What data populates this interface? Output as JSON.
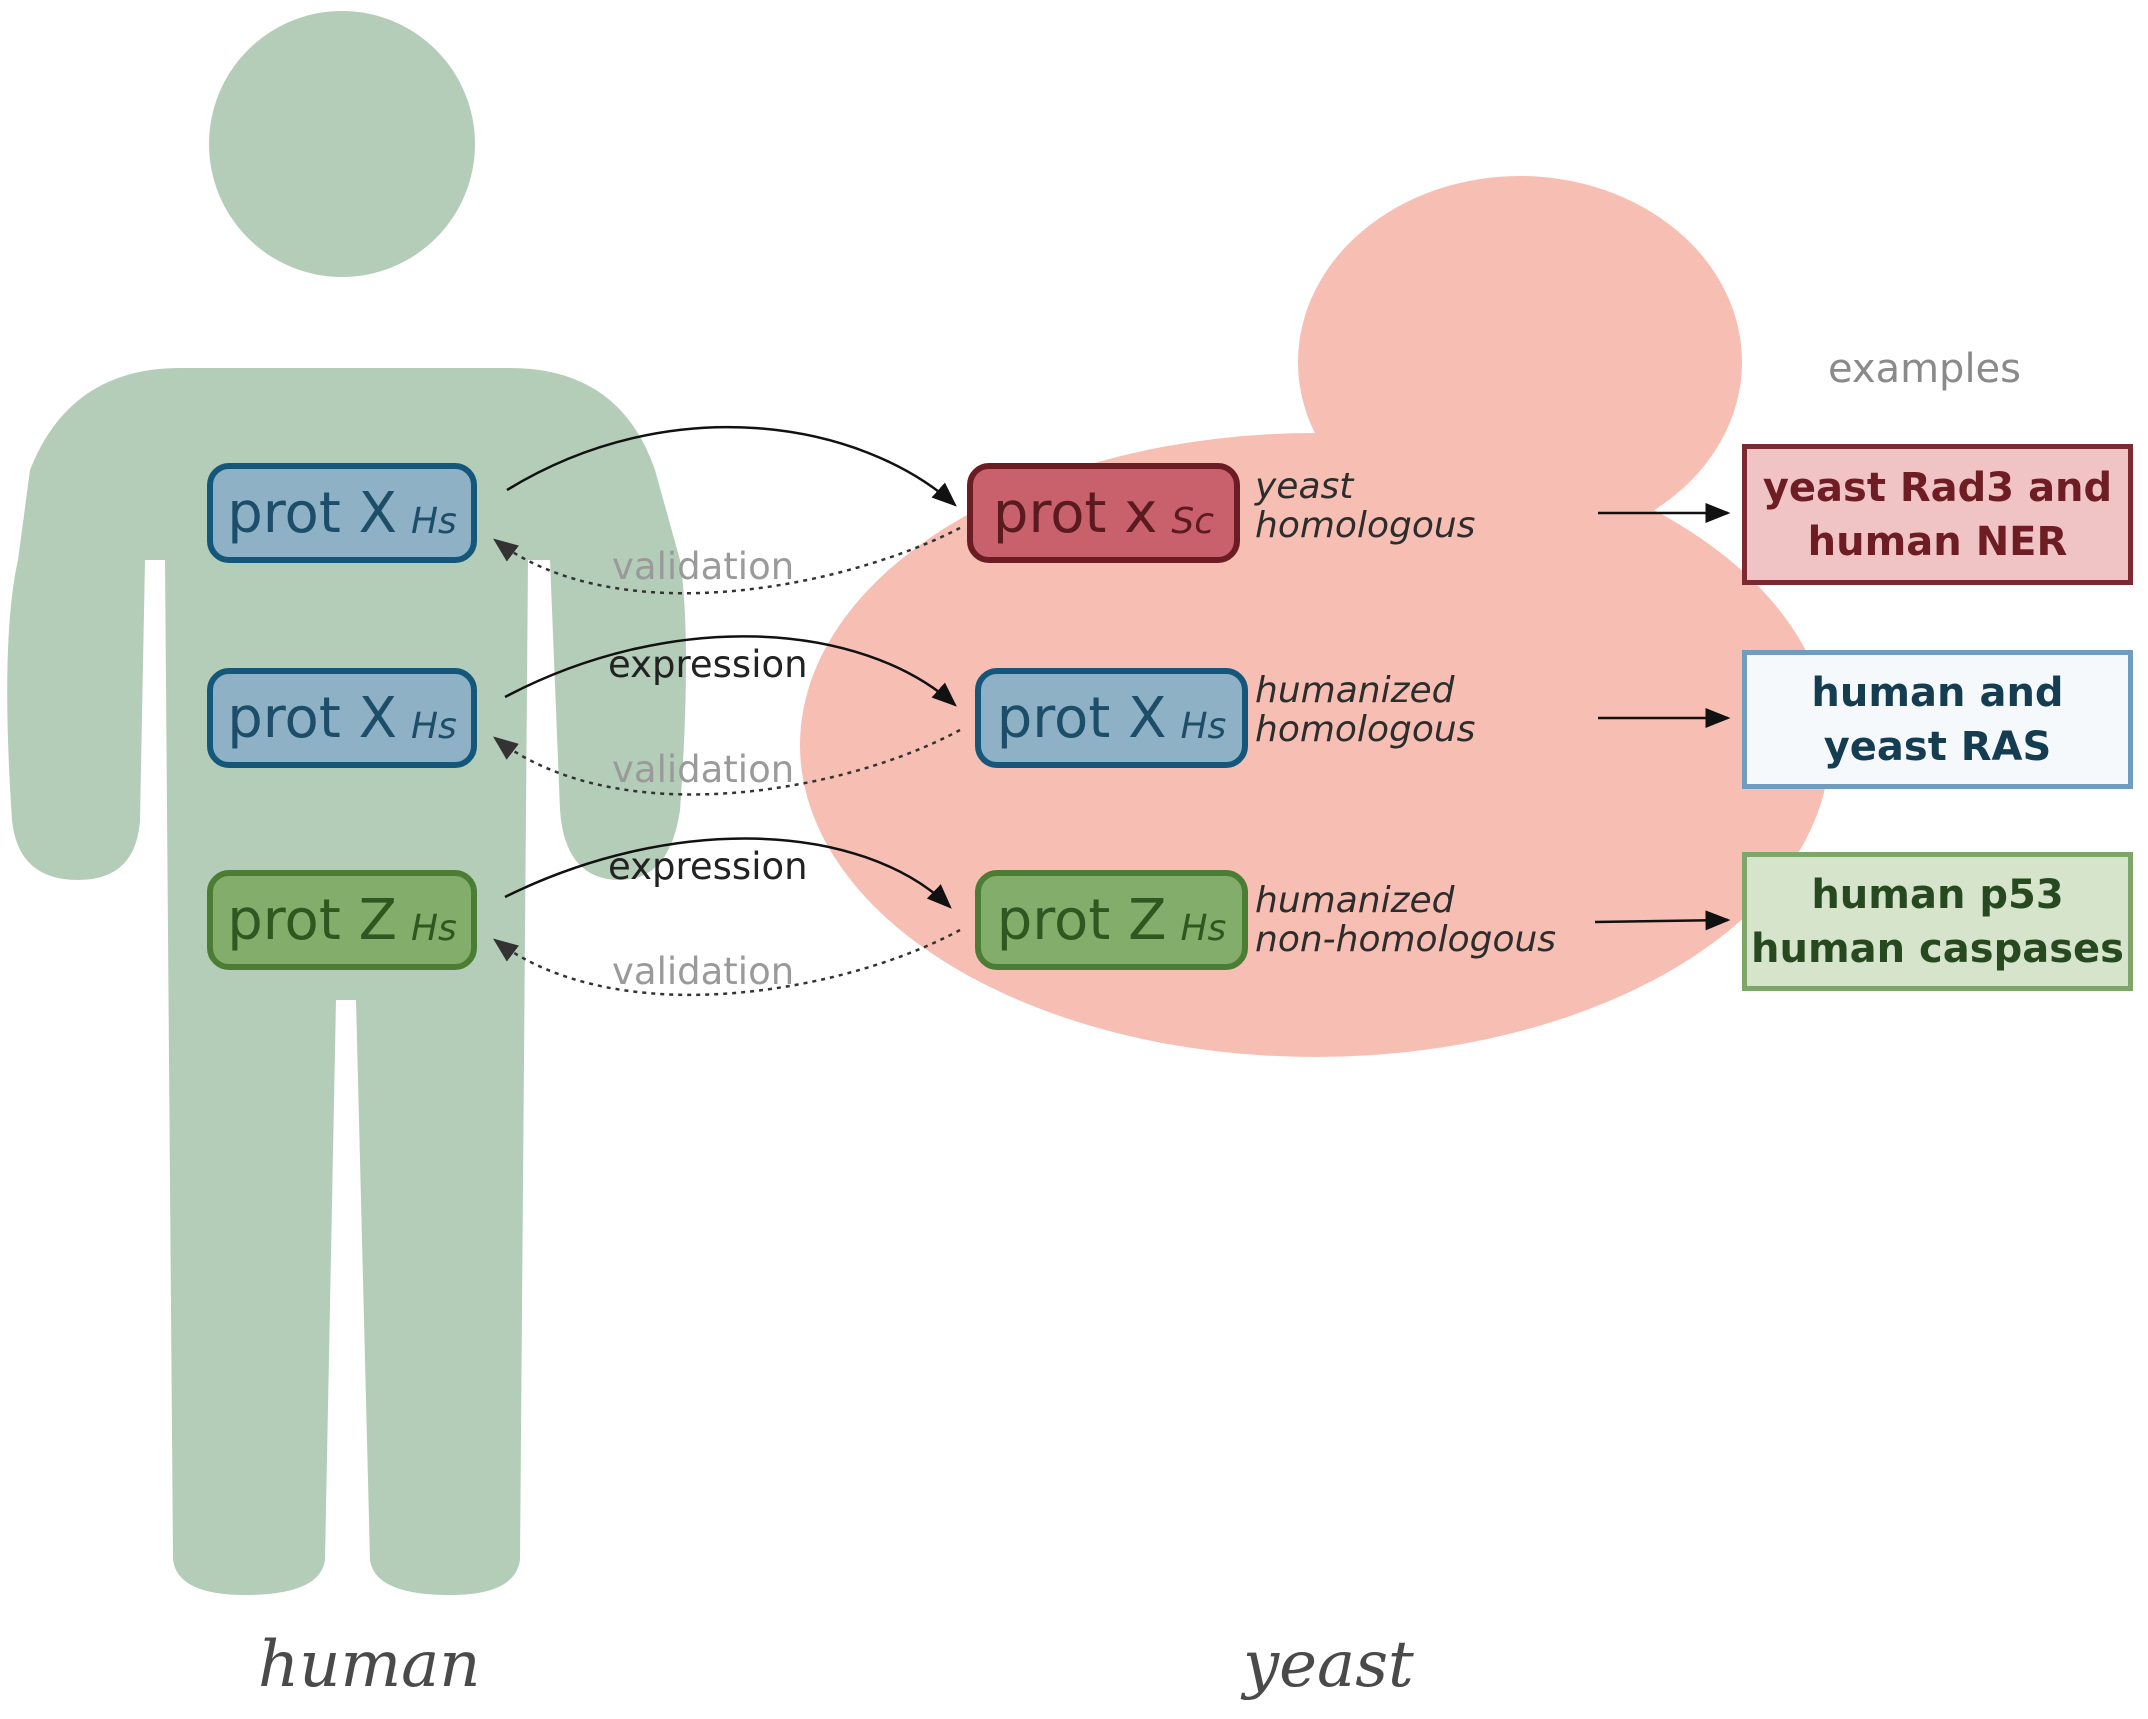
{
  "colors": {
    "human_silhouette": "#b4cdb8",
    "yeast_cell": "#f7bfb3",
    "blue_box_fill": "#8fb1c6",
    "blue_box_border": "#15577a",
    "green_box_fill": "#82ad6a",
    "green_box_border": "#4b7e34",
    "red_box_fill": "#c9616d",
    "red_box_border": "#6b1d23"
  },
  "human": {
    "caption": "human",
    "proteins": [
      {
        "name": "prot X",
        "species": "Hs"
      },
      {
        "name": "prot X",
        "species": "Hs"
      },
      {
        "name": "prot Z",
        "species": "Hs"
      }
    ]
  },
  "yeast": {
    "caption": "yeast",
    "proteins": [
      {
        "name": "prot x",
        "species": "Sc"
      },
      {
        "name": "prot X",
        "species": "Hs"
      },
      {
        "name": "prot Z",
        "species": "Hs"
      }
    ],
    "categories": [
      {
        "line1": "yeast",
        "line2": "homologous"
      },
      {
        "line1": "humanized",
        "line2": "homologous"
      },
      {
        "line1": "humanized",
        "line2": "non-homologous"
      }
    ]
  },
  "arrow_labels": {
    "expression": "expression",
    "validation": "validation"
  },
  "examples": {
    "title": "examples",
    "items": [
      {
        "line1": "yeast Rad3 and",
        "line2": "human NER"
      },
      {
        "line1": "human and",
        "line2": "yeast RAS"
      },
      {
        "line1": "human p53",
        "line2": "human caspases"
      }
    ]
  }
}
